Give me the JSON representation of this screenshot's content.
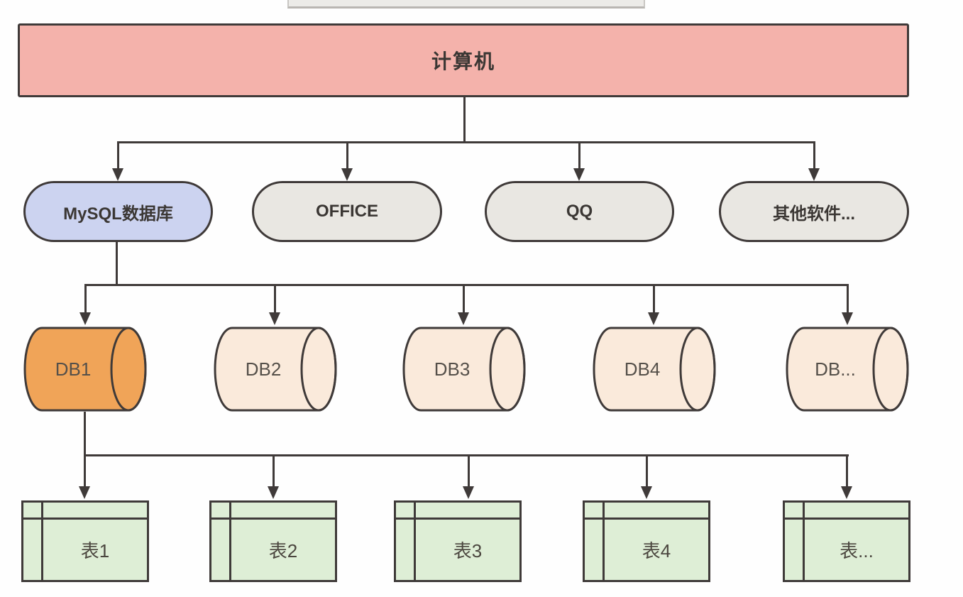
{
  "diagram": {
    "type": "hierarchy",
    "description": "Computer software hierarchy: computer contains applications; MySQL contains databases; DB1 contains tables"
  },
  "colors": {
    "stroke": "#3f3a39",
    "computer_fill": "#f4b2ab",
    "mysql_fill": "#ccd3f0",
    "app_fill": "#e9e7e2",
    "db_highlight_fill": "#f0a458",
    "db_fill": "#faeadb",
    "table_fill": "#deeed6"
  },
  "nodes": {
    "computer": {
      "label": "计算机"
    },
    "apps": [
      {
        "label": "MySQL数据库",
        "highlighted": true
      },
      {
        "label": "OFFICE",
        "highlighted": false
      },
      {
        "label": "QQ",
        "highlighted": false
      },
      {
        "label": "其他软件...",
        "highlighted": false
      }
    ],
    "databases": [
      {
        "label": "DB1",
        "highlighted": true
      },
      {
        "label": "DB2",
        "highlighted": false
      },
      {
        "label": "DB3",
        "highlighted": false
      },
      {
        "label": "DB4",
        "highlighted": false
      },
      {
        "label": "DB...",
        "highlighted": false
      }
    ],
    "tables": [
      {
        "label": "表1"
      },
      {
        "label": "表2"
      },
      {
        "label": "表3"
      },
      {
        "label": "表4"
      },
      {
        "label": "表..."
      }
    ]
  },
  "edges": [
    "计算机 -> MySQL数据库",
    "计算机 -> OFFICE",
    "计算机 -> QQ",
    "计算机 -> 其他软件...",
    "MySQL数据库 -> DB1",
    "MySQL数据库 -> DB2",
    "MySQL数据库 -> DB3",
    "MySQL数据库 -> DB4",
    "MySQL数据库 -> DB...",
    "DB1 -> 表1",
    "DB1 -> 表2",
    "DB1 -> 表3",
    "DB1 -> 表4",
    "DB1 -> 表..."
  ]
}
